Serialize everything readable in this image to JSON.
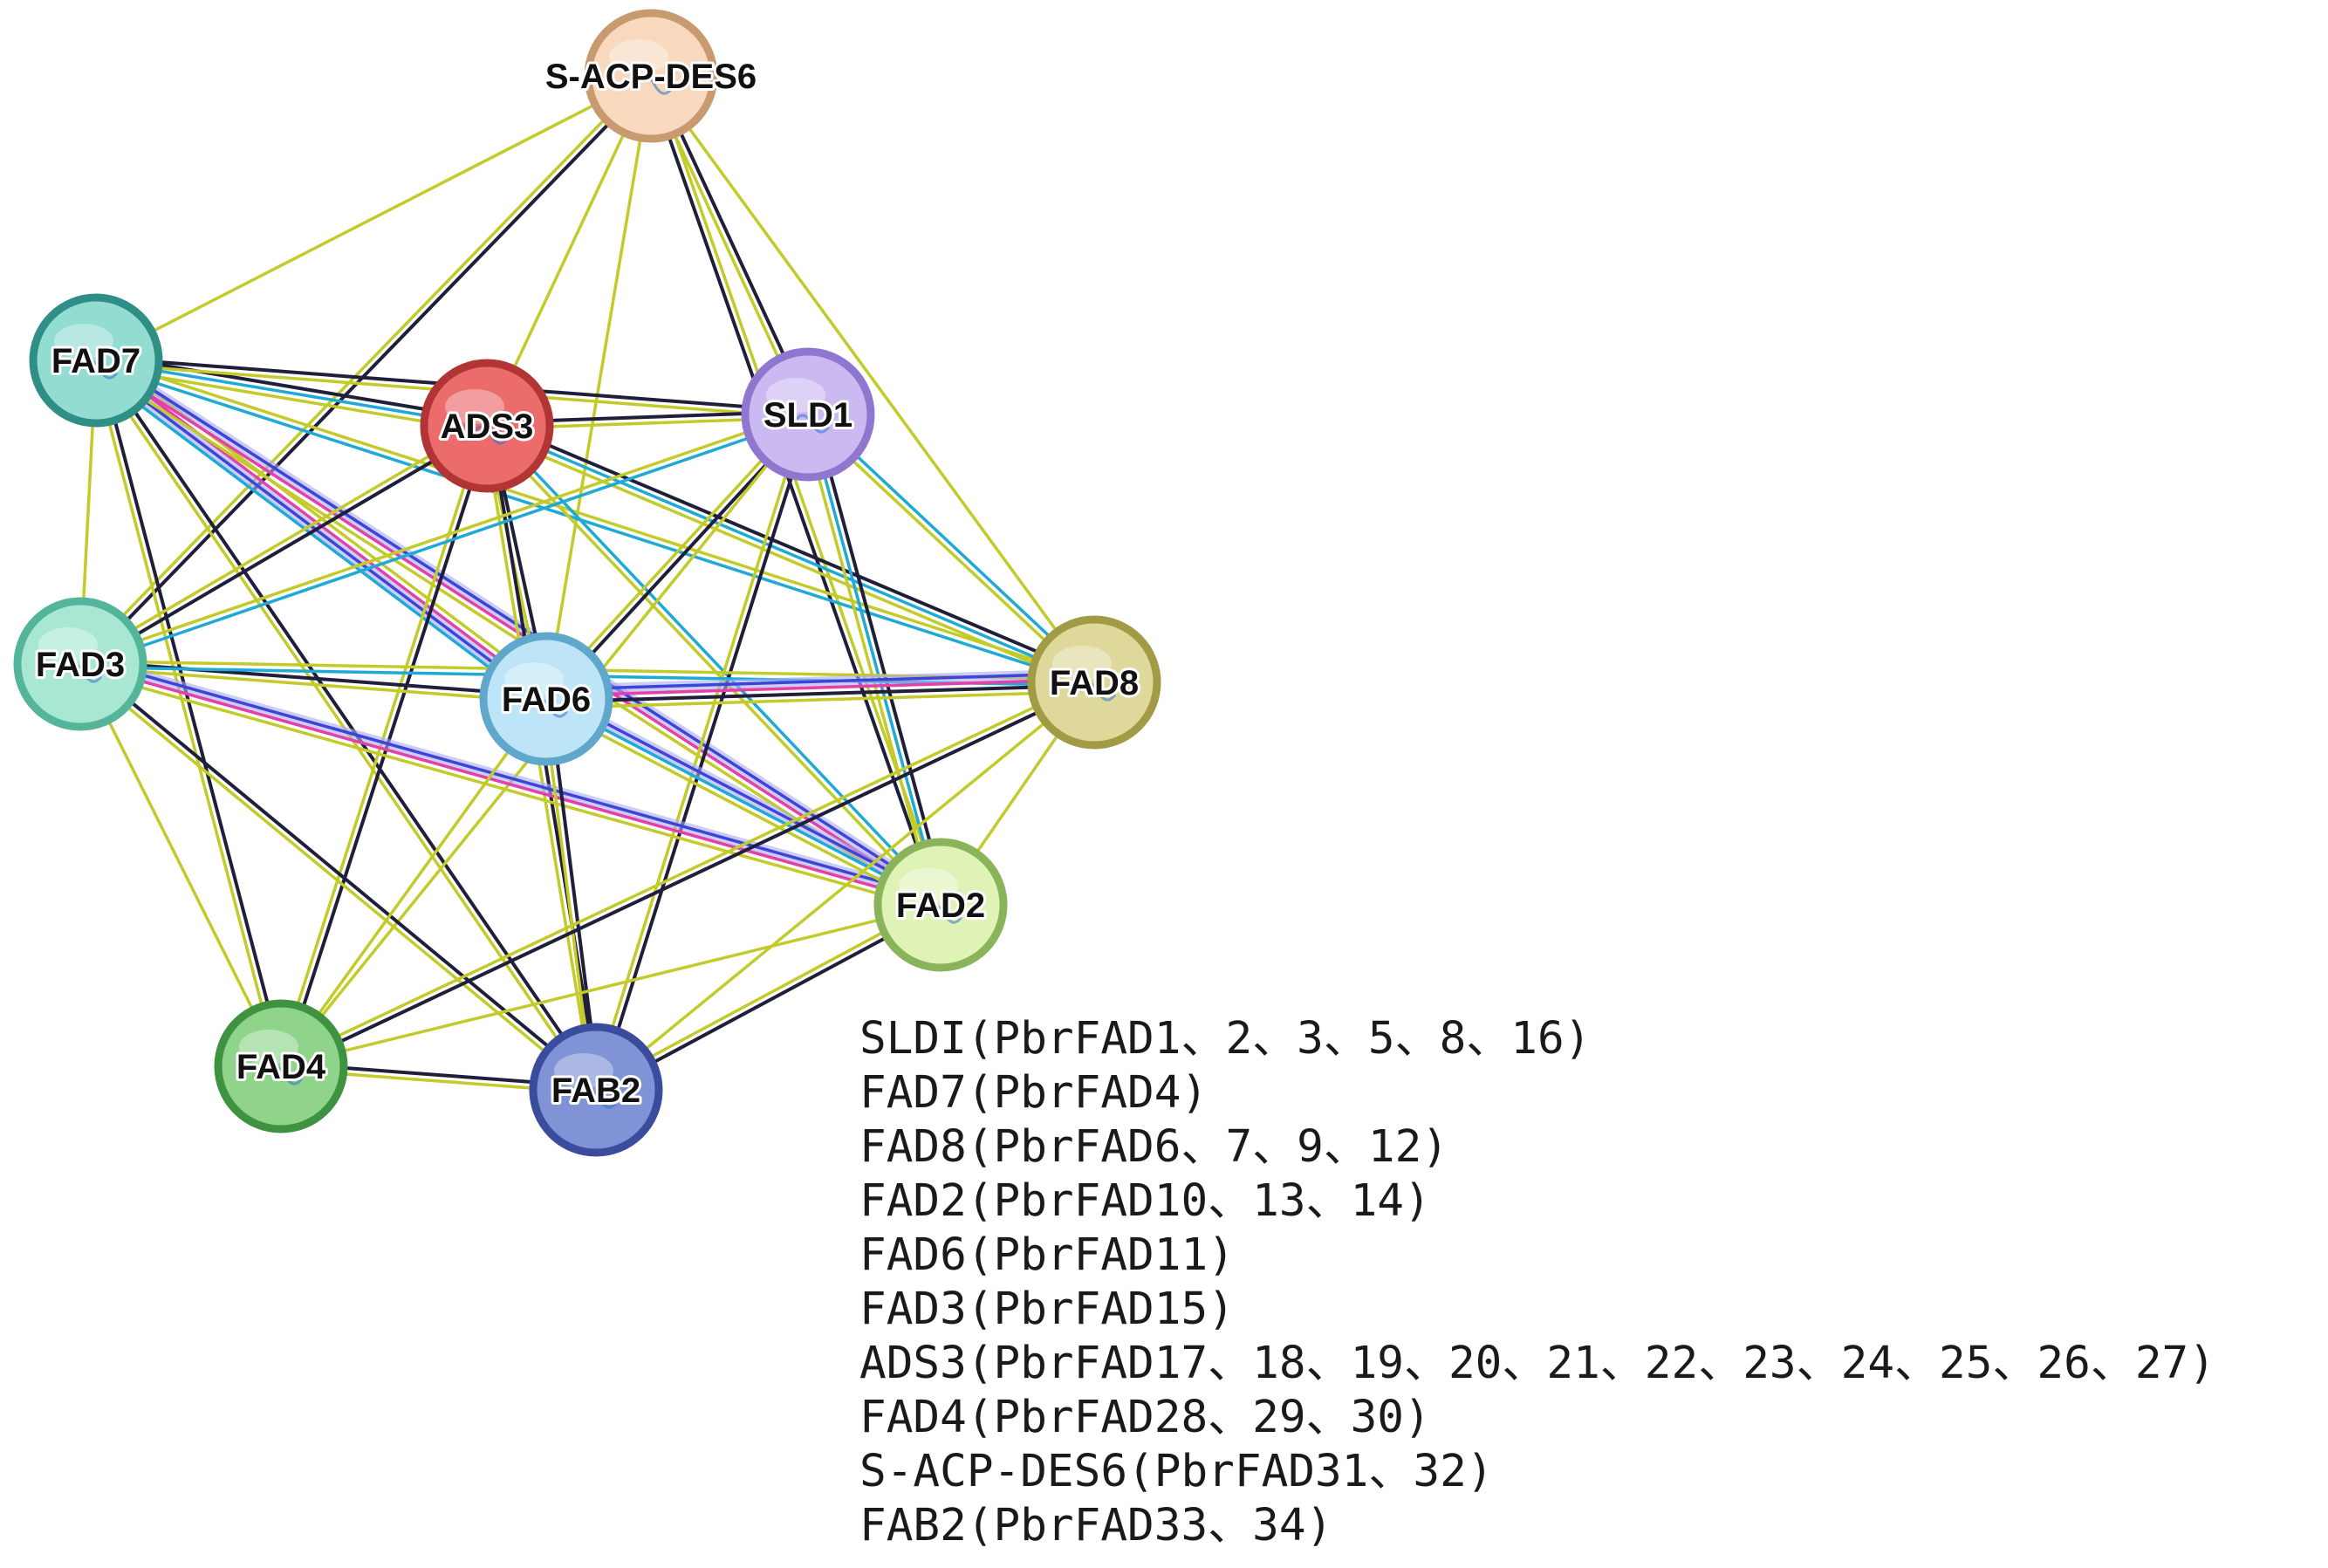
{
  "colors": {
    "textmining": "#c3cb2a",
    "coexpression": "#1f1f3a",
    "database": "#1eaad4",
    "experiment": "#e53fa8",
    "homology": "#3f44d8",
    "homology_halo": "#a9acf2"
  },
  "nodes": [
    {
      "id": "sacp",
      "label": "S-ACP-DES6",
      "fill": "#f8d9bd",
      "border": "#c89a70"
    },
    {
      "id": "fad7",
      "label": "FAD7",
      "fill": "#93dcd2",
      "border": "#2f8f86"
    },
    {
      "id": "ads3",
      "label": "ADS3",
      "fill": "#ec6b6b",
      "border": "#b23535"
    },
    {
      "id": "sld1",
      "label": "SLD1",
      "fill": "#cbbaf2",
      "border": "#8f77cf"
    },
    {
      "id": "fad3",
      "label": "FAD3",
      "fill": "#a8e8d3",
      "border": "#55b59a"
    },
    {
      "id": "fad6",
      "label": "FAD6",
      "fill": "#bde5f7",
      "border": "#5fa8cc"
    },
    {
      "id": "fad8",
      "label": "FAD8",
      "fill": "#ded99a",
      "border": "#a29b45"
    },
    {
      "id": "fad2",
      "label": "FAD2",
      "fill": "#dff3b7",
      "border": "#8ab45b"
    },
    {
      "id": "fad4",
      "label": "FAD4",
      "fill": "#8fd48a",
      "border": "#3e9240"
    },
    {
      "id": "fab2",
      "label": "FAB2",
      "fill": "#7f93d6",
      "border": "#3b4c9c"
    }
  ],
  "edges": [
    {
      "a": "sacp",
      "b": "fad7",
      "types": [
        "textmining"
      ]
    },
    {
      "a": "sacp",
      "b": "ads3",
      "types": [
        "textmining"
      ]
    },
    {
      "a": "sacp",
      "b": "sld1",
      "types": [
        "coexpression",
        "textmining"
      ]
    },
    {
      "a": "sacp",
      "b": "fad3",
      "types": [
        "coexpression",
        "textmining"
      ]
    },
    {
      "a": "sacp",
      "b": "fad6",
      "types": [
        "textmining"
      ]
    },
    {
      "a": "sacp",
      "b": "fad8",
      "types": [
        "textmining"
      ]
    },
    {
      "a": "sacp",
      "b": "fad2",
      "types": [
        "textmining",
        "coexpression"
      ]
    },
    {
      "a": "fad7",
      "b": "ads3",
      "types": [
        "coexpression",
        "database",
        "textmining"
      ]
    },
    {
      "a": "fad7",
      "b": "sld1",
      "types": [
        "coexpression",
        "textmining"
      ]
    },
    {
      "a": "fad7",
      "b": "fad3",
      "types": [
        "textmining"
      ]
    },
    {
      "a": "fad7",
      "b": "fad6",
      "types": [
        "textmining",
        "experiment",
        "homology",
        "database"
      ]
    },
    {
      "a": "fad7",
      "b": "fad8",
      "types": [
        "textmining",
        "database"
      ]
    },
    {
      "a": "fad7",
      "b": "fad2",
      "types": [
        "homology",
        "experiment",
        "textmining"
      ]
    },
    {
      "a": "fad7",
      "b": "fad4",
      "types": [
        "coexpression",
        "textmining"
      ]
    },
    {
      "a": "fad7",
      "b": "fab2",
      "types": [
        "coexpression",
        "textmining"
      ]
    },
    {
      "a": "ads3",
      "b": "sld1",
      "types": [
        "coexpression",
        "textmining"
      ]
    },
    {
      "a": "ads3",
      "b": "fad3",
      "types": [
        "coexpression",
        "textmining"
      ]
    },
    {
      "a": "ads3",
      "b": "fad6",
      "types": [
        "coexpression",
        "textmining"
      ]
    },
    {
      "a": "ads3",
      "b": "fad8",
      "types": [
        "coexpression",
        "database",
        "textmining"
      ]
    },
    {
      "a": "ads3",
      "b": "fad2",
      "types": [
        "database",
        "textmining"
      ]
    },
    {
      "a": "ads3",
      "b": "fad4",
      "types": [
        "coexpression",
        "textmining"
      ]
    },
    {
      "a": "ads3",
      "b": "fab2",
      "types": [
        "coexpression",
        "textmining"
      ]
    },
    {
      "a": "sld1",
      "b": "fad3",
      "types": [
        "database",
        "textmining"
      ]
    },
    {
      "a": "sld1",
      "b": "fad6",
      "types": [
        "coexpression",
        "textmining"
      ]
    },
    {
      "a": "sld1",
      "b": "fad8",
      "types": [
        "database",
        "textmining"
      ]
    },
    {
      "a": "sld1",
      "b": "fad2",
      "types": [
        "coexpression",
        "database",
        "textmining"
      ]
    },
    {
      "a": "sld1",
      "b": "fad4",
      "types": [
        "textmining"
      ]
    },
    {
      "a": "sld1",
      "b": "fab2",
      "types": [
        "coexpression",
        "textmining"
      ]
    },
    {
      "a": "fad3",
      "b": "fad6",
      "types": [
        "coexpression",
        "textmining"
      ]
    },
    {
      "a": "fad3",
      "b": "fad8",
      "types": [
        "textmining",
        "database"
      ]
    },
    {
      "a": "fad3",
      "b": "fad2",
      "types": [
        "homology",
        "experiment",
        "textmining"
      ]
    },
    {
      "a": "fad3",
      "b": "fad4",
      "types": [
        "textmining"
      ]
    },
    {
      "a": "fad3",
      "b": "fab2",
      "types": [
        "coexpression",
        "textmining"
      ]
    },
    {
      "a": "fad6",
      "b": "fad8",
      "types": [
        "homology",
        "experiment",
        "coexpression",
        "textmining"
      ]
    },
    {
      "a": "fad6",
      "b": "fad2",
      "types": [
        "homology",
        "database",
        "textmining"
      ]
    },
    {
      "a": "fad6",
      "b": "fad4",
      "types": [
        "textmining"
      ]
    },
    {
      "a": "fad6",
      "b": "fab2",
      "types": [
        "coexpression",
        "textmining"
      ]
    },
    {
      "a": "fad8",
      "b": "fad2",
      "types": [
        "textmining"
      ]
    },
    {
      "a": "fad8",
      "b": "fad4",
      "types": [
        "coexpression",
        "textmining"
      ]
    },
    {
      "a": "fad8",
      "b": "fab2",
      "types": [
        "textmining"
      ]
    },
    {
      "a": "fad2",
      "b": "fad4",
      "types": [
        "textmining"
      ]
    },
    {
      "a": "fad2",
      "b": "fab2",
      "types": [
        "coexpression",
        "textmining"
      ]
    },
    {
      "a": "fad4",
      "b": "fab2",
      "types": [
        "coexpression",
        "textmining"
      ]
    }
  ],
  "legend": [
    "SLDI(PbrFAD1、2、3、5、8、16)",
    "FAD7(PbrFAD4)",
    "FAD8(PbrFAD6、7、9、12)",
    "FAD2(PbrFAD10、13、14)",
    "FAD6(PbrFAD11)",
    "FAD3(PbrFAD15)",
    "ADS3(PbrFAD17、18、19、20、21、22、23、24、25、26、27)",
    "FAD4(PbrFAD28、29、30)",
    "S-ACP-DES6(PbrFAD31、32)",
    "FAB2(PbrFAD33、34)"
  ]
}
